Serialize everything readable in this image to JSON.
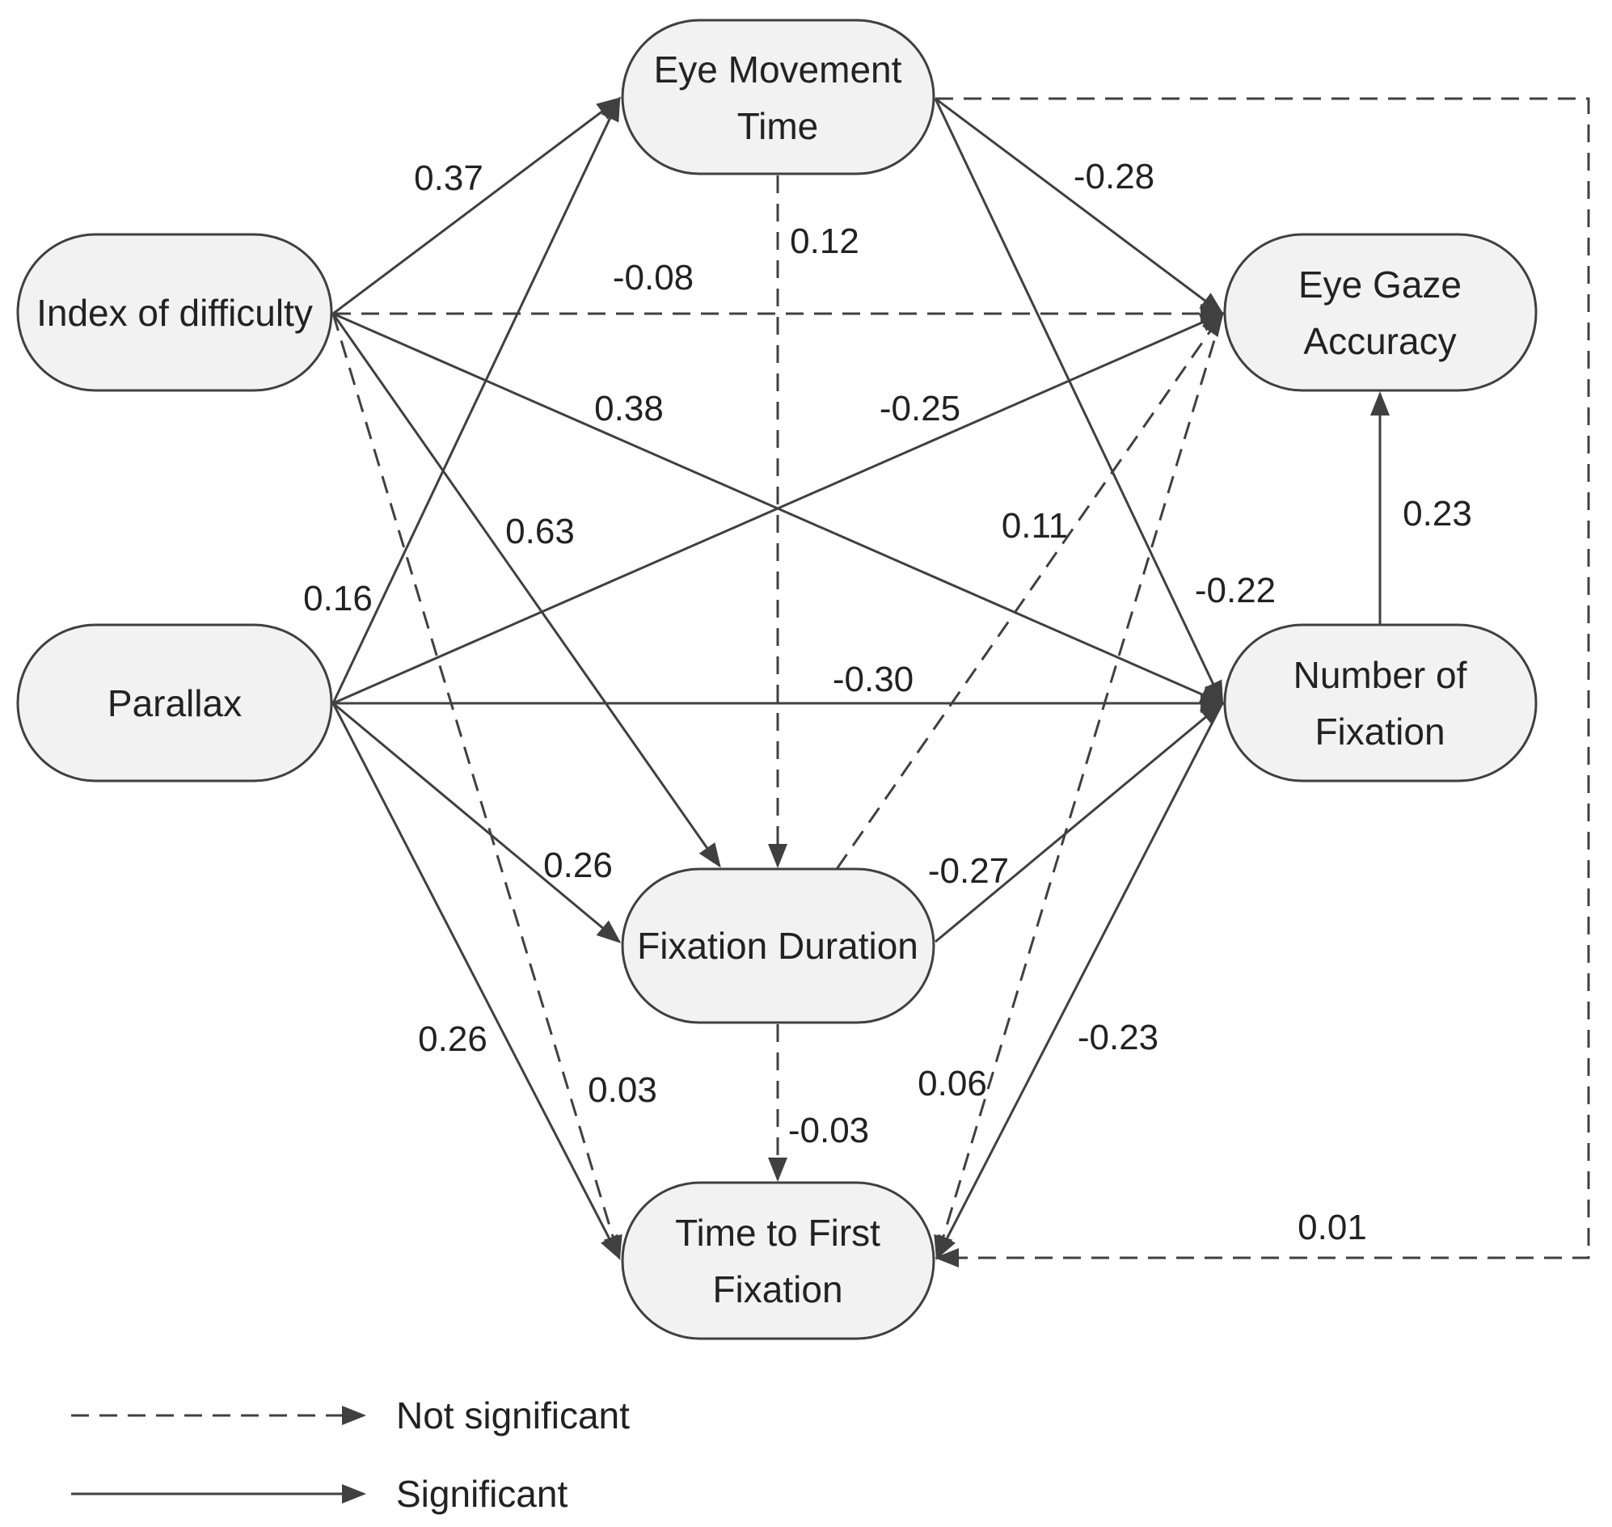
{
  "nodes": {
    "emt": {
      "lines": [
        "Eye Movement",
        "Time"
      ]
    },
    "id": {
      "lines": [
        "Index of difficulty"
      ]
    },
    "par": {
      "lines": [
        "Parallax"
      ]
    },
    "ega": {
      "lines": [
        "Eye Gaze",
        "Accuracy"
      ]
    },
    "nof": {
      "lines": [
        "Number of",
        "Fixation"
      ]
    },
    "fd": {
      "lines": [
        "Fixation Duration"
      ]
    },
    "ttf": {
      "lines": [
        "Time to First",
        "Fixation"
      ]
    }
  },
  "edges": [
    {
      "from": "id",
      "to": "emt",
      "label": "0.37",
      "significant": true
    },
    {
      "from": "id",
      "to": "ega",
      "label": "-0.08",
      "significant": false
    },
    {
      "from": "id",
      "to": "nof",
      "label": "0.38",
      "significant": true
    },
    {
      "from": "id",
      "to": "fd",
      "label": "0.63",
      "significant": true
    },
    {
      "from": "id",
      "to": "ttf",
      "label": "0.03",
      "significant": false
    },
    {
      "from": "par",
      "to": "emt",
      "label": "0.16",
      "significant": true
    },
    {
      "from": "par",
      "to": "ega",
      "label": "-0.25",
      "significant": true
    },
    {
      "from": "par",
      "to": "nof",
      "label": "-0.30",
      "significant": true
    },
    {
      "from": "par",
      "to": "fd",
      "label": "0.26",
      "significant": true
    },
    {
      "from": "par",
      "to": "ttf",
      "label": "0.26",
      "significant": true
    },
    {
      "from": "emt",
      "to": "ega",
      "label": "-0.28",
      "significant": true
    },
    {
      "from": "emt",
      "to": "fd",
      "label": "0.12",
      "significant": false
    },
    {
      "from": "emt",
      "to": "nof",
      "label": "-0.22",
      "significant": true
    },
    {
      "from": "emt",
      "to": "ttf",
      "label": "0.01",
      "significant": false
    },
    {
      "from": "fd",
      "to": "ega",
      "label": "0.11",
      "significant": false
    },
    {
      "from": "fd",
      "to": "nof",
      "label": "-0.27",
      "significant": true
    },
    {
      "from": "fd",
      "to": "ttf",
      "label": "-0.03",
      "significant": false
    },
    {
      "from": "nof",
      "to": "ega",
      "label": "0.23",
      "significant": true
    },
    {
      "from": "nof",
      "to": "ttf",
      "label": "-0.23",
      "significant": true
    },
    {
      "from": "ega",
      "to": "ttf",
      "label": "0.06",
      "significant": false
    }
  ],
  "legend": {
    "not_significant": "Not significant",
    "significant": "Significant"
  },
  "colors": {
    "line": "#404040",
    "node_fill": "#f2f2f2",
    "text": "#222222"
  }
}
